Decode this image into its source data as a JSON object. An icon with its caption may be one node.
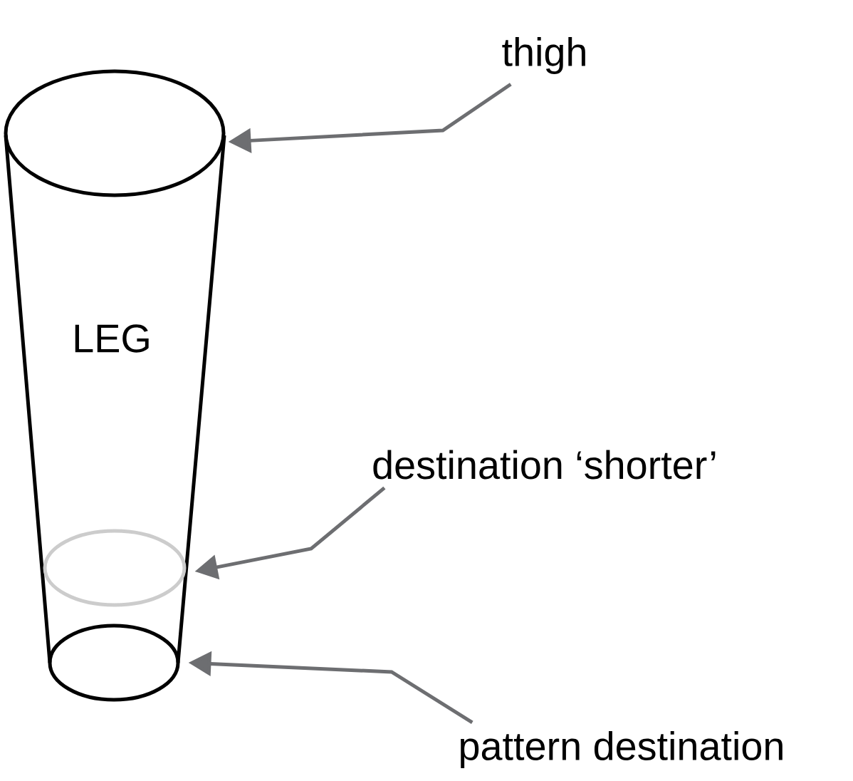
{
  "diagram": {
    "nodes": [
      {
        "text": [
          "LEG"
        ]
      },
      {
        "text": [
          "thigh"
        ]
      },
      {
        "text": [],
        "shape": "ellipse"
      },
      {
        "text": [
          "destination ‘shorter’"
        ]
      },
      {
        "text": [],
        "shape": "ellipse"
      },
      {
        "text": [
          "pattern destination"
        ]
      },
      {
        "text": [],
        "shape": "ellipse"
      }
    ],
    "edges": [
      {
        "from": 1,
        "to": 2,
        "arrow": "to"
      },
      {
        "from": 3,
        "to": 4,
        "arrow": "to"
      },
      {
        "from": 5,
        "to": 6,
        "arrow": "to"
      }
    ]
  }
}
